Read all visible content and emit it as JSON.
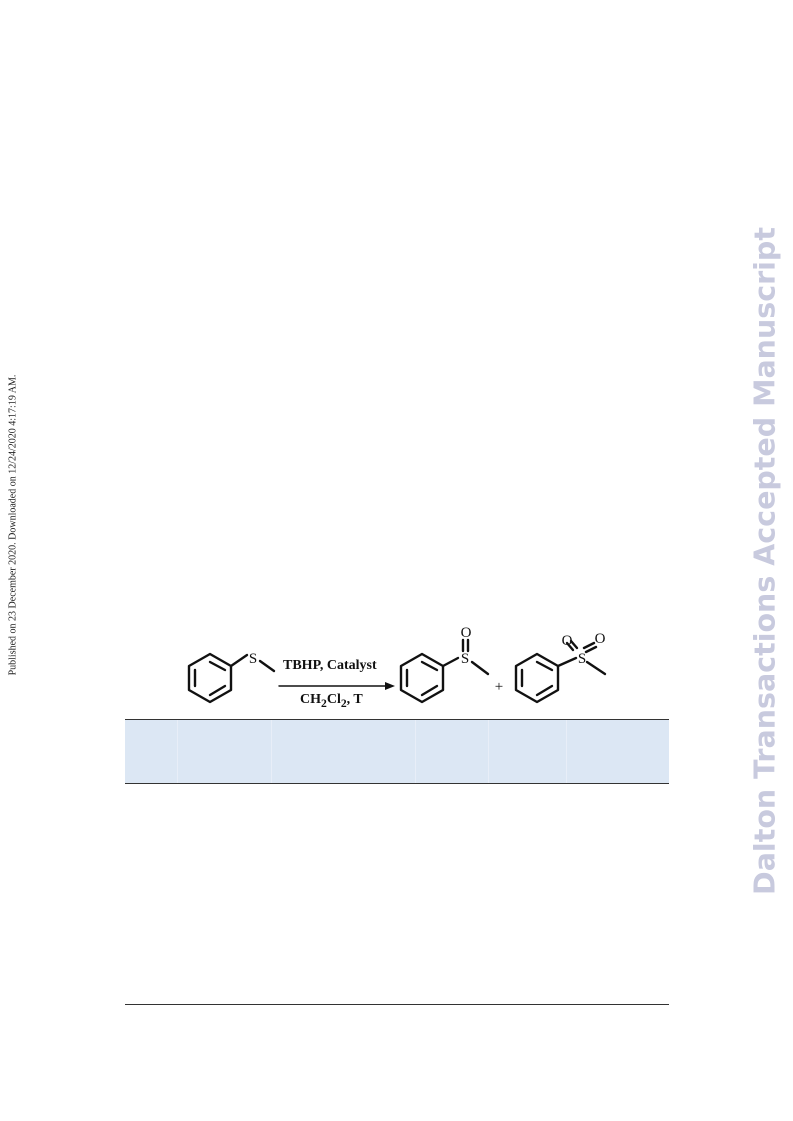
{
  "side_note": {
    "text": "Published on 23 December 2020. Downloaded on 12/24/2020 4:17:19 AM."
  },
  "watermark": {
    "text": "Dalton Transactions Accepted Manuscript"
  },
  "scheme": {
    "reagent_top": "TBHP, Catalyst",
    "reagent_bottom_prefix": "CH",
    "reagent_bottom_sub1": "2",
    "reagent_bottom_mid": "Cl",
    "reagent_bottom_sub2": "2",
    "reagent_bottom_suffix": ", T",
    "reactant_atom": "S",
    "sulfoxide_atoms": [
      "O",
      "S"
    ],
    "plus": "+",
    "sulfone_atoms": [
      "O",
      "O",
      "S"
    ]
  },
  "colors": {
    "header_band": "#dce7f4",
    "watermark": "#c8cade",
    "rule": "#333333"
  }
}
